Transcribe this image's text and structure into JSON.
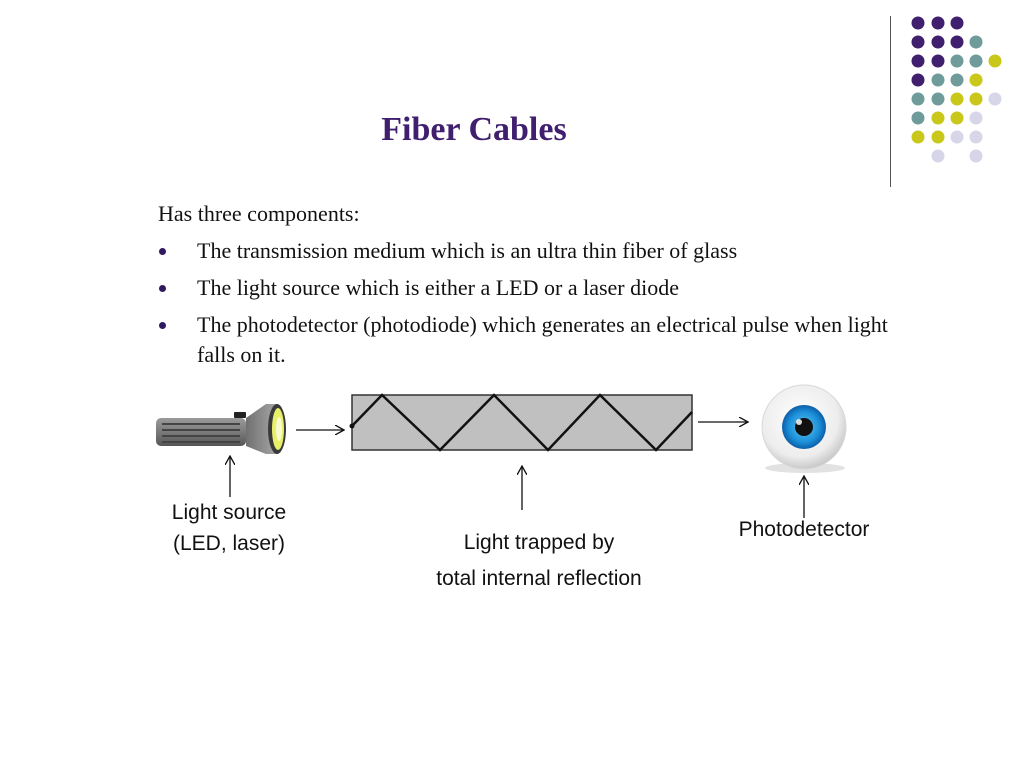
{
  "decoration": {
    "dot_colors": {
      "purple": "#3f1f6e",
      "teal": "#6f9c9a",
      "yellow": "#c9c81a",
      "lavender": "#d6d6e8"
    },
    "divider_color": "#555555"
  },
  "title": "Fiber Cables",
  "title_color": "#3f1f6e",
  "intro": "Has three components:",
  "bullets": [
    "The transmission medium which is an ultra thin fiber of glass",
    "The light source which is either a LED or a laser diode",
    "The photodetector (photodiode) which generates an electrical pulse when light falls on it."
  ],
  "diagram": {
    "icons": [
      "flashlight-icon",
      "fiber-cable",
      "eye-icon"
    ],
    "labels": {
      "source_line1": "Light source",
      "source_line2": "(LED, laser)",
      "cable_line1": "Light trapped by",
      "cable_line2": "total internal reflection",
      "detector": "Photodetector"
    }
  }
}
